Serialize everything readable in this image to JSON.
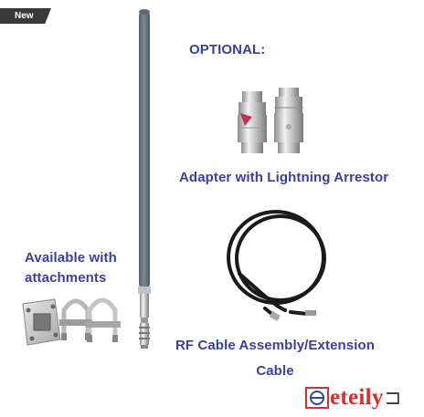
{
  "badge": {
    "label": "New"
  },
  "captions": {
    "optional": "OPTIONAL:",
    "adapter": "Adapter with Lightning Arrestor",
    "available_line1": "Available with",
    "available_line2": "attachments",
    "rf_line1": "RF Cable Assembly/Extension",
    "rf_line2": "Cable"
  },
  "logo": {
    "text": "eteily",
    "tail": "⊐"
  },
  "colors": {
    "caption": "#3b3f9e",
    "antenna": "#6b7884",
    "logo": "#d62f2f",
    "cable": "#1a1a1a"
  }
}
